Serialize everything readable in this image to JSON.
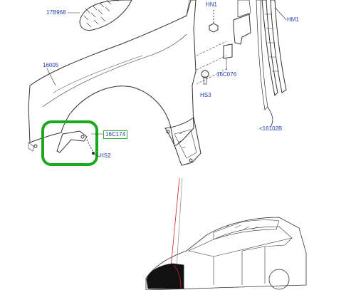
{
  "diagram": {
    "part_labels": {
      "grille": "17B968",
      "fender": "16005",
      "bracket": "16C174",
      "screw_left": "HS2",
      "nut_top": "HN1",
      "clip": "16C076",
      "screw_mid": "HS3",
      "seal": "<16102B",
      "nut_right": "HM1"
    },
    "colors": {
      "label_text": "#1f3fb0",
      "line_art": "#333333",
      "highlight_ring": "#1aa91a",
      "highlight_box": "#33aa33",
      "leader_to_vehicle": "#cc2222"
    }
  }
}
